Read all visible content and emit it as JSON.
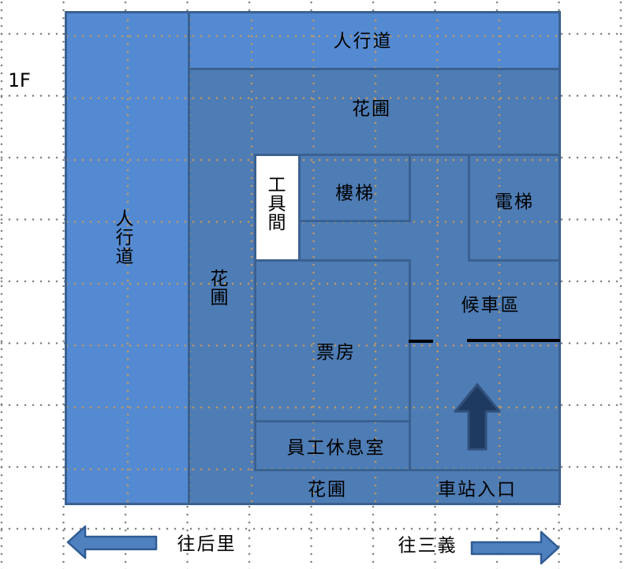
{
  "floor_label": "1F",
  "rooms": {
    "sidewalk_top": "人行道",
    "sidewalk_left": "人行道",
    "flowerbed_top": "花圃",
    "flowerbed_left": "花圃",
    "flowerbed_bottom": "花圃",
    "tool_room": "工具間",
    "stairs": "樓梯",
    "elevator": "電梯",
    "waiting_area": "候車區",
    "ticket_office": "票房",
    "staff_lounge": "員工休息室",
    "station_entrance": "車站入口"
  },
  "directions": {
    "to_houli": "往后里",
    "to_sanyi": "往三義"
  },
  "icons": {
    "entrance_arrow": "up-arrow",
    "houli_arrow": "left-arrow",
    "sanyi_arrow": "right-arrow"
  },
  "colors": {
    "sidewalk_blue": "#548AD1",
    "interior_blue": "#4E7CB4",
    "wall_blue": "#3A6191",
    "tool_room_fill": "#FFFFFF",
    "entrance_arrow_fill": "#1E3A60",
    "direction_arrow_fill": "#4E81BE",
    "platform_line_color": "#000000",
    "grid_dot_on_white": "#7D7D7D",
    "grid_dot_on_blue": "#C79A5D"
  }
}
